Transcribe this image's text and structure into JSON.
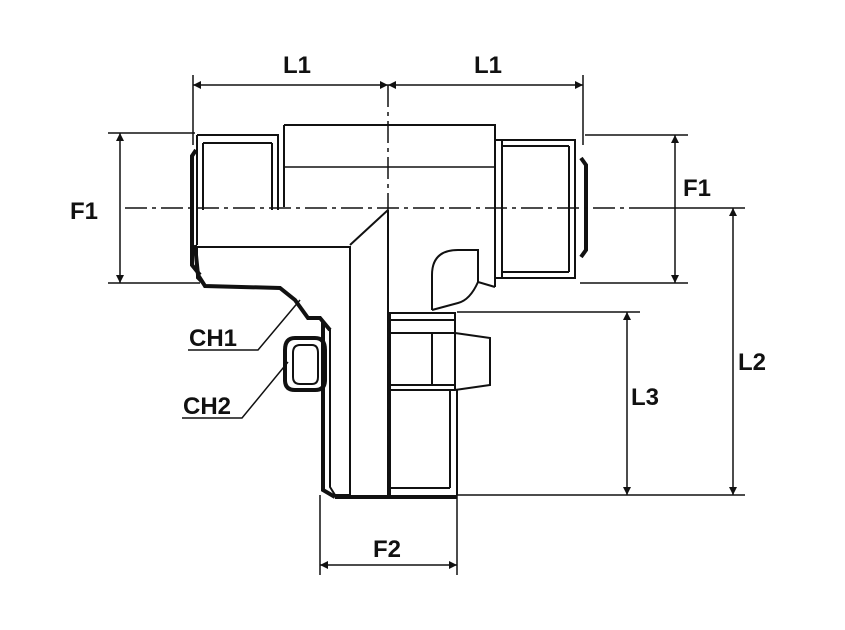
{
  "drawing": {
    "labels": {
      "l1_left": "L1",
      "l1_right": "L1",
      "f1_left": "F1",
      "f1_right": "F1",
      "ch1": "CH1",
      "ch2": "CH2",
      "l2": "L2",
      "l3": "L3",
      "f2": "F2"
    },
    "colors": {
      "line": "#111111",
      "background": "#ffffff"
    }
  }
}
